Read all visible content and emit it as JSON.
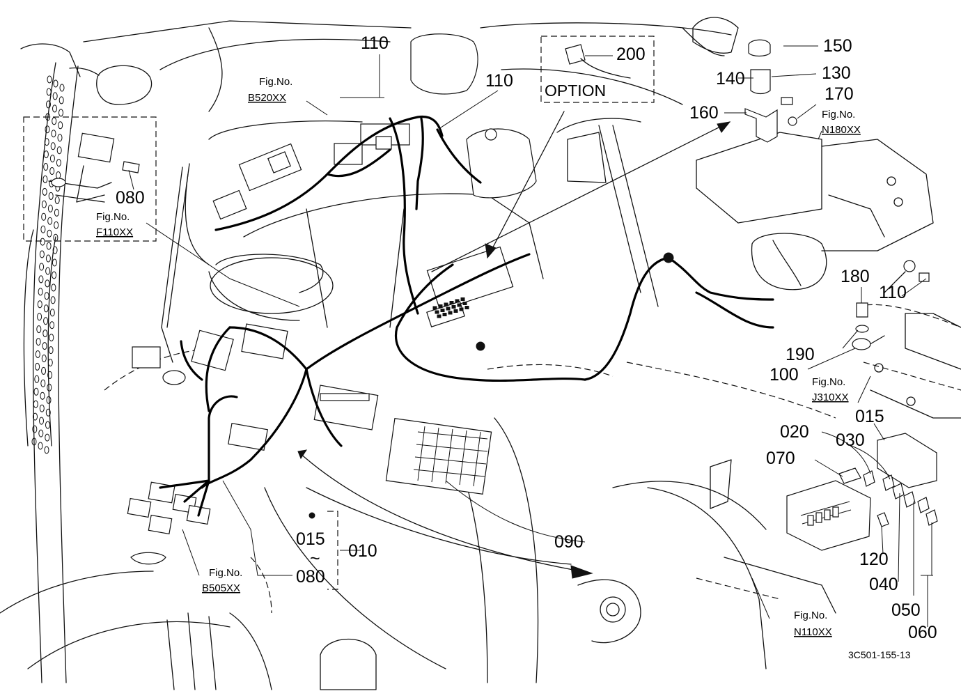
{
  "callouts": {
    "c110_top": "110",
    "c110_mid": "110",
    "c110_right": "110",
    "c200": "200",
    "c150": "150",
    "c140": "140",
    "c130": "130",
    "c170": "170",
    "c160": "160",
    "c080": "080",
    "c180": "180",
    "c190": "190",
    "c100": "100",
    "c015_right": "015",
    "c020": "020",
    "c030": "030",
    "c070": "070",
    "c120": "120",
    "c040": "040",
    "c050": "050",
    "c060": "060",
    "c090": "090",
    "c015_range": "015",
    "c080_range": "080",
    "c010": "010",
    "tilde": "~"
  },
  "option_label": "OPTION",
  "fig_refs": {
    "b520": {
      "label": "Fig.No.",
      "code": "B520XX"
    },
    "f110": {
      "label": "Fig.No.",
      "code": "F110XX"
    },
    "n180": {
      "label": "Fig.No.",
      "code": "N180XX"
    },
    "j310": {
      "label": "Fig.No.",
      "code": "J310XX"
    },
    "b505": {
      "label": "Fig.No.",
      "code": "B505XX"
    },
    "n110": {
      "label": "Fig.No.",
      "code": "N110XX"
    }
  },
  "drawing_code": "3C501-155-13"
}
